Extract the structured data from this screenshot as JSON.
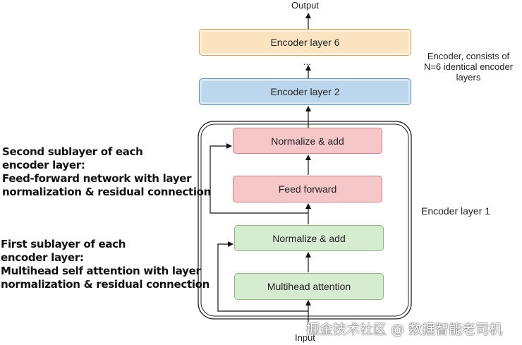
{
  "diagram": {
    "output_label": "Output",
    "input_label": "Input",
    "ellipsis": "...",
    "encoder_layer_6": "Encoder layer 6",
    "encoder_layer_2": "Encoder layer 2",
    "normalize_add_top": "Normalize & add",
    "feed_forward": "Feed forward",
    "normalize_add_bottom": "Normalize & add",
    "multihead_attention": "Multihead attention",
    "encoder_note": [
      "Encoder, consists of",
      "N=6 identical encoder",
      "layers"
    ],
    "encoder_layer_1_label": "Encoder layer 1",
    "second_sublayer_note": [
      "Second sublayer of each",
      "encoder layer:",
      "Feed-forward network with layer",
      "normalization & residual connection"
    ],
    "first_sublayer_note": [
      "First sublayer of each",
      "encoder layer:",
      "Multihead self attention with layer",
      "normalization & residual connection"
    ]
  },
  "watermark": "掘金技术社区 @ 数据智能老司机",
  "colors": {
    "orange_fill": "#fbe3bf",
    "blue_fill": "#bcd6ee",
    "red_fill": "#f6c7c9",
    "green_fill": "#d6ecd0"
  }
}
